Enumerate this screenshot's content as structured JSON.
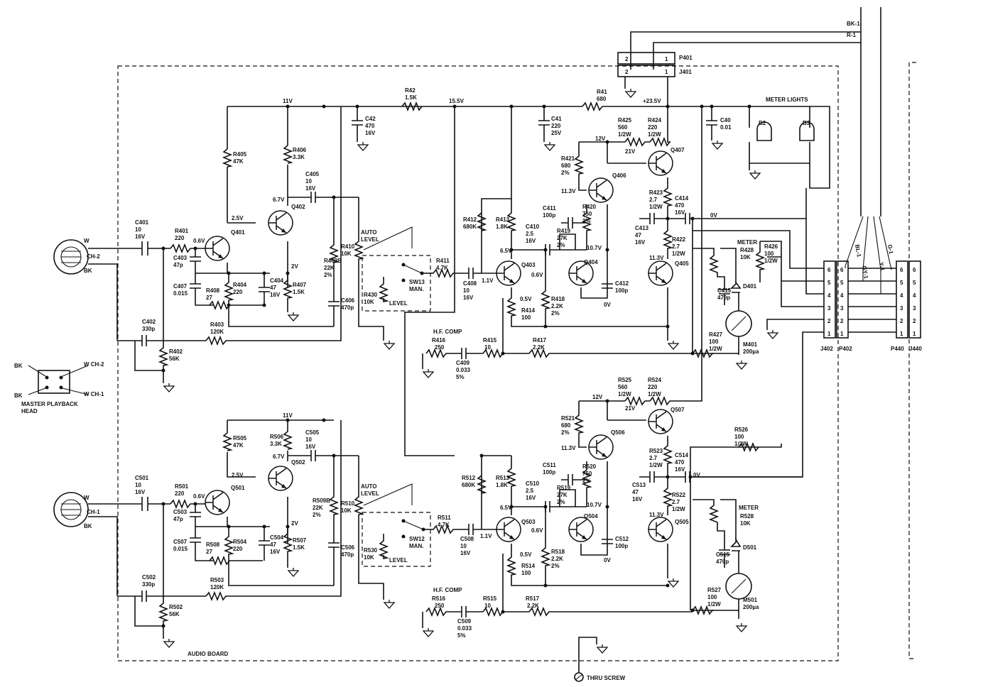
{
  "board": {
    "title": "AUDIO BOARD",
    "ground_screw": "THRU SCREW",
    "head": [
      "MASTER PLAYBACK",
      "HEAD"
    ]
  },
  "cable": {
    "bk": "BK-1",
    "r": "R-1",
    "bl": "BL-1",
    "gy": "GY-1",
    "y": "Y-1",
    "g": "G-1"
  },
  "connectors": {
    "p401": "P401",
    "j401": "J401",
    "j402": "J402",
    "p402": "P402",
    "p440": "P440",
    "j440": "J440",
    "pins": [
      "6",
      "5",
      "4",
      "3",
      "2",
      "1"
    ],
    "top_pins": [
      "2",
      "1"
    ]
  },
  "rails": {
    "v11": "11V",
    "v15": "15.5V",
    "v23": "+23.5V",
    "v0": "0V",
    "v21": "21V",
    "v12": "12V"
  },
  "meter_lights": {
    "title": "METER LIGHTS",
    "b2": "B2",
    "b3": "B3"
  },
  "inputs": {
    "ch2": {
      "w": "W",
      "bk": "BK",
      "label": "CH-2"
    },
    "ch1": {
      "w": "W",
      "bk": "BK",
      "label": "CH-1"
    },
    "head": {
      "bk1": "BK",
      "bk2": "BK",
      "w2": "W CH-2",
      "w1": "W CH-1"
    }
  },
  "ch2": {
    "C401": [
      "C401",
      "10",
      "16V"
    ],
    "R401": [
      "R401",
      "220"
    ],
    "C403": [
      "C403",
      "47p"
    ],
    "C407": [
      "C407",
      "0.015"
    ],
    "R408": [
      "R408",
      "27"
    ],
    "R404": [
      "R404",
      "220"
    ],
    "C404": [
      "C404",
      "47",
      "16V"
    ],
    "R407": [
      "R407",
      "1.5K"
    ],
    "R405": [
      "R405",
      "47K"
    ],
    "R406": [
      "R406",
      "3.3K"
    ],
    "C405": [
      "C405",
      "10",
      "16V"
    ],
    "Q401": "Q401",
    "Q402": "Q402",
    "v06": "0.6V",
    "v25": "2.5V",
    "v67": "6.7V",
    "v2": "2V",
    "C402": [
      "C402",
      "330p"
    ],
    "R402": [
      "R402",
      "56K"
    ],
    "R403": [
      "R403",
      "120K"
    ],
    "R410": [
      "R410",
      "10K"
    ],
    "R409B": [
      "R409B",
      "22K",
      "2%"
    ],
    "C406": [
      "C406",
      "470p"
    ],
    "auto": [
      "AUTO",
      "LEVEL"
    ],
    "sw": [
      "SW13",
      "MAN."
    ],
    "R430": [
      "R430",
      "10K"
    ],
    "level": "LEVEL",
    "R42": [
      "R42",
      "1.5K"
    ],
    "C42": [
      "C42",
      "470",
      "16V"
    ],
    "R411": [
      "R411",
      "4.7K"
    ],
    "C408": [
      "C408",
      "10",
      "16V"
    ],
    "v11": "1.1V",
    "v65": "6.5V",
    "v05": "0.5V",
    "v06b": "0.6V",
    "R412": [
      "R412",
      "680K"
    ],
    "R413": [
      "R413",
      "1.8K"
    ],
    "R414": [
      "R414",
      "100"
    ],
    "Q403": "Q403",
    "C410": [
      "C410",
      "2.5",
      "16V"
    ],
    "C411": [
      "C411",
      "100p"
    ],
    "R419": [
      "R419",
      "27K",
      "2%"
    ],
    "R418": [
      "R418",
      "2.2K",
      "2%"
    ],
    "Q404": "Q404",
    "C412": [
      "C412",
      "100p"
    ],
    "v107": "10.7V",
    "v0": "0V",
    "v113": "11.3V",
    "v113b": "11.3V",
    "R41": [
      "R41",
      "680"
    ],
    "C41": [
      "C41",
      "220",
      "25V"
    ],
    "R421": [
      "R421",
      "680",
      "2%"
    ],
    "R420": [
      "R420",
      "750",
      "2%"
    ],
    "Q406": "Q406",
    "R425": [
      "R425",
      "560",
      "1/2W"
    ],
    "R424": [
      "R424",
      "220",
      "1/2W"
    ],
    "Q407": "Q407",
    "R423": [
      "R423",
      "2.7",
      "1/2W"
    ],
    "C414": [
      "C414",
      "470",
      "16V"
    ],
    "C413": [
      "C413",
      "47",
      "16V"
    ],
    "R422": [
      "R422",
      "2.7",
      "1/2W"
    ],
    "Q405": "Q405",
    "C40": [
      "C40",
      "0.01"
    ],
    "meter": "METER",
    "R428": [
      "R428",
      "10K"
    ],
    "R426": [
      "R426",
      "100",
      "1/2W"
    ],
    "C415": [
      "C415",
      "470p"
    ],
    "D401": "D401",
    "R427": [
      "R427",
      "100",
      "1/2W"
    ],
    "M401": [
      "M401",
      "200µa"
    ],
    "hf": "H.F. COMP",
    "R416": [
      "R416",
      "250"
    ],
    "C409": [
      "C409",
      "0.033",
      "5%"
    ],
    "R415": [
      "R415",
      "10"
    ],
    "R417": [
      "R417",
      "2.2K"
    ]
  },
  "ch1": {
    "C501": [
      "C501",
      "10",
      "16V"
    ],
    "R501": [
      "R501",
      "220"
    ],
    "C503": [
      "C503",
      "47p"
    ],
    "C507": [
      "C507",
      "0.015"
    ],
    "R508": [
      "R508",
      "27"
    ],
    "R504": [
      "R504",
      "220"
    ],
    "C504": [
      "C504",
      "47",
      "16V"
    ],
    "R507": [
      "R507",
      "1.5K"
    ],
    "R505": [
      "R505",
      "47K"
    ],
    "R506": [
      "R506",
      "3.3K"
    ],
    "C505": [
      "C505",
      "10",
      "16V"
    ],
    "Q501": "Q501",
    "Q502": "Q502",
    "v06": "0.6V",
    "v25": "2.5V",
    "v67": "6.7V",
    "v2": "2V",
    "v11top": "11V",
    "C502": [
      "C502",
      "330p"
    ],
    "R502": [
      "R502",
      "56K"
    ],
    "R503": [
      "R503",
      "120K"
    ],
    "R510": [
      "R510",
      "10K"
    ],
    "R509B": [
      "R509B",
      "22K",
      "2%"
    ],
    "C506": [
      "C506",
      "470p"
    ],
    "auto": [
      "AUTO",
      "LEVEL"
    ],
    "sw": [
      "SW12",
      "MAN."
    ],
    "R530": [
      "R530",
      "10K"
    ],
    "level": "LEVEL",
    "R511": [
      "R511",
      "4.7K"
    ],
    "C508": [
      "C508",
      "10",
      "16V"
    ],
    "v11": "1.1V",
    "v65": "6.5V",
    "v05": "0.5V",
    "v06b": "0.6V",
    "R512": [
      "R512",
      "680K"
    ],
    "R513": [
      "R513",
      "1.8K"
    ],
    "R514": [
      "R514",
      "100"
    ],
    "Q503": "Q503",
    "C510": [
      "C510",
      "2.5",
      "16V"
    ],
    "C511": [
      "C511",
      "100p"
    ],
    "R519": [
      "R519",
      "27K",
      "2%"
    ],
    "R518": [
      "R518",
      "2.2K",
      "2%"
    ],
    "Q504": "Q504",
    "C512": [
      "C512",
      "100p"
    ],
    "v107": "10.7V",
    "v0": "0V",
    "v113": "11.3V",
    "v113b": "11.3V",
    "R521": [
      "R521",
      "680",
      "2%"
    ],
    "R520": [
      "R520",
      "750",
      "2%"
    ],
    "Q506": "Q506",
    "R525": [
      "R525",
      "560",
      "1/2W"
    ],
    "R524": [
      "R524",
      "220",
      "1/2W"
    ],
    "Q507": "Q507",
    "v12": "12V",
    "v21": "21V",
    "R523": [
      "R523",
      "2.7",
      "1/2W"
    ],
    "C514": [
      "C514",
      "470",
      "16V"
    ],
    "C513": [
      "C513",
      "47",
      "16V"
    ],
    "R522": [
      "R522",
      "2.7",
      "1/2W"
    ],
    "Q505": "Q505",
    "R526": [
      "R526",
      "100",
      "1/2W"
    ],
    "v0r": "0V",
    "meter": "METER",
    "R528": [
      "R528",
      "10K"
    ],
    "C515": [
      "C515",
      "470p"
    ],
    "D501": "D501",
    "R527": [
      "R527",
      "100",
      "1/2W"
    ],
    "M501": [
      "M501",
      "200µa"
    ],
    "hf": "H.F. COMP",
    "R516": [
      "R516",
      "250"
    ],
    "C509": [
      "C509",
      "0.033",
      "5%"
    ],
    "R515": [
      "R515",
      "10"
    ],
    "R517": [
      "R517",
      "2.2K"
    ]
  }
}
